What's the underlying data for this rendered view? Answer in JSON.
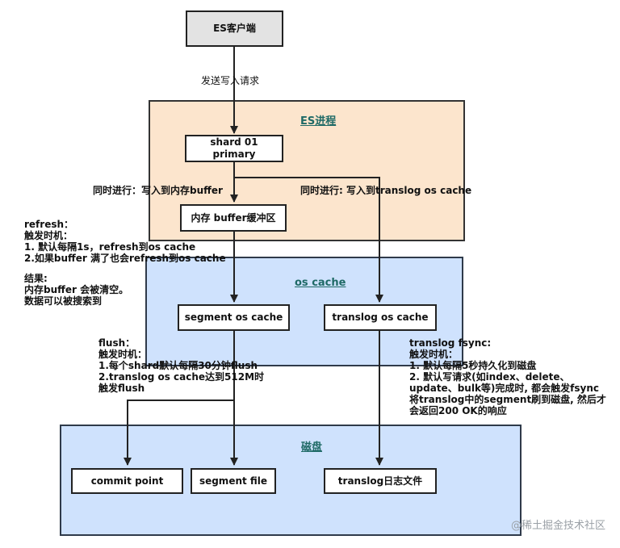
{
  "client": {
    "label": "ES客户端"
  },
  "send_label": "发送写入请求",
  "es_process": {
    "title": "ES进程",
    "shard_line1": "shard 01",
    "shard_line2": "primary",
    "buffer_label": "内存 buffer缓冲区",
    "left_branch_label": "同时进行：写入到内存buffer",
    "right_branch_label": "同时进行: 写入到translog os cache"
  },
  "refresh_note": [
    "refresh：",
    "触发时机：",
    "1. 默认每隔1s，refresh到os cache",
    "2.如果buffer 满了也会refresh到os cache",
    "",
    "结果:",
    "内存buffer 会被清空。",
    "数据可以被搜索到"
  ],
  "os_cache": {
    "title": "os cache",
    "segment_label": "segment os cache",
    "translog_label": "translog os cache"
  },
  "flush_note": [
    "flush：",
    "触发时机：",
    "1.每个shard默认每隔30分钟flush",
    "2.translog os cache达到512M时",
    "触发flush"
  ],
  "fsync_note": [
    "translog fsync:",
    "触发时机：",
    "1. 默认每隔5秒持久化到磁盘",
    "2. 默认写请求(如index、delete、",
    "update、bulk等)完成时, 都会触发fsync",
    "将translog中的segment刷到磁盘, 然后才",
    "会返回200 OK的响应"
  ],
  "disk": {
    "title": "磁盘",
    "commit_label": "commit point",
    "segment_file_label": "segment file",
    "translog_file_label": "translog日志文件"
  },
  "watermark": "@稀土掘金技术社区",
  "colors": {
    "es_zone": "#fce5cd",
    "cache_zone": "#cfe2fd",
    "client_box": "#e3e3e3",
    "title_text": "#1f6a66"
  }
}
